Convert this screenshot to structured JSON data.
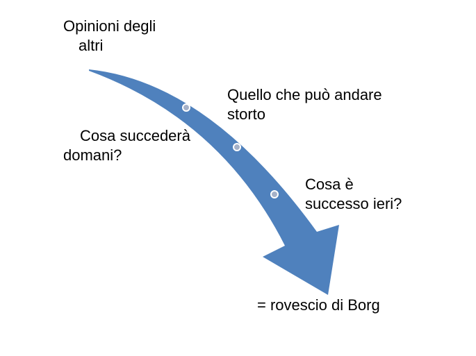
{
  "diagram": {
    "colors": {
      "arrow": "#4F81BD",
      "dot": "#A5B1C8",
      "dot_border": "#FFFFFF"
    },
    "labels": {
      "opinioni_line1": "Opinioni degli",
      "opinioni_line2": "altri",
      "quello_line1": "Quello che può andare",
      "quello_line2": "storto",
      "domani_line1": "Cosa succederà",
      "domani_line2": "domani?",
      "ieri_line1": "Cosa è",
      "ieri_line2": "successo ieri?",
      "result": "= rovescio di Borg"
    }
  }
}
